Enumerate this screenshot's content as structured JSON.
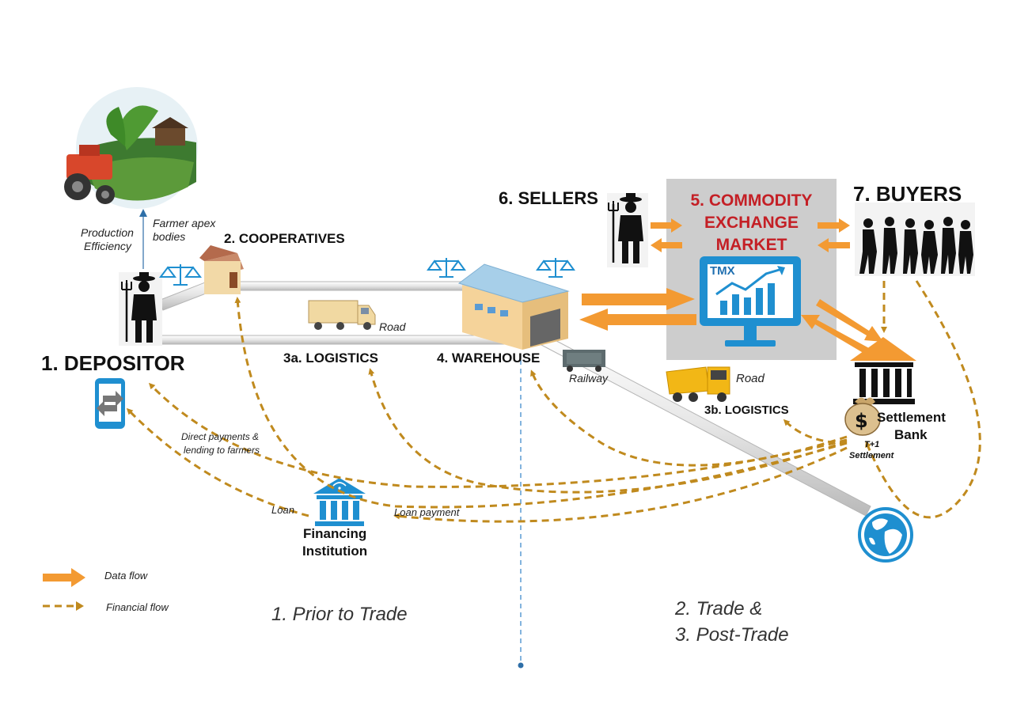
{
  "nodes": {
    "depositor": "1. DEPOSITOR",
    "cooperatives": "2. COOPERATIVES",
    "logistics_a": "3a. LOGISTICS",
    "logistics_b": "3b. LOGISTICS",
    "warehouse": "4. WAREHOUSE",
    "exchange_line1": "5. COMMODITY",
    "exchange_line2": "EXCHANGE",
    "exchange_line3": "MARKET",
    "exchange_badge": "TMX",
    "sellers": "6. SELLERS",
    "buyers": "7. BUYERS",
    "settlement_line1": "Settlement",
    "settlement_line2": "Bank",
    "financing_line1": "Financing",
    "financing_line2": "Institution"
  },
  "annotations": {
    "production_line1": "Production",
    "production_line2": "Efficiency",
    "apex_line1": "Farmer apex",
    "apex_line2": "bodies",
    "road_a": "Road",
    "road_b": "Road",
    "railway": "Railway",
    "direct_line1": "Direct payments &",
    "direct_line2": "lending to farmers",
    "loan": "Loan",
    "loan_payment": "Loan payment",
    "t1_line1": "T+1",
    "t1_line2": "Settlement"
  },
  "legend": {
    "data_flow": "Data flow",
    "financial_flow": "Financial flow"
  },
  "phases": {
    "prior": "1. Prior to Trade",
    "trade_line1": "2. Trade &",
    "trade_line2": "3. Post-Trade"
  },
  "colors": {
    "data_flow": "#f39a32",
    "financial_flow": "#c08a1e",
    "exchange_panel": "#cdcdcd",
    "accent_blue": "#1f8fd0",
    "exchange_title": "#c41f25"
  }
}
